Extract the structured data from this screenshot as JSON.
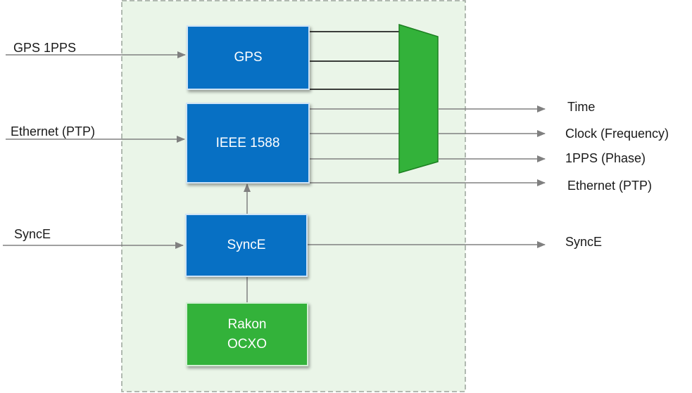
{
  "colors": {
    "container_fill": "#eaf5e8",
    "container_border": "#9aa39a",
    "block_blue": "#0770c4",
    "block_green": "#33b23a",
    "mux_green": "#33b23a",
    "arrow_gray": "#808080",
    "line_black": "#000000"
  },
  "inputs": {
    "gps_1pps": "GPS 1PPS",
    "ethernet_ptp": "Ethernet (PTP)",
    "synce": "SyncE"
  },
  "blocks": {
    "gps": "GPS",
    "ieee1588": "IEEE 1588",
    "synce": "SyncE",
    "ocxo": "Rakon\nOCXO"
  },
  "outputs": {
    "time": "Time",
    "clock": "Clock (Frequency)",
    "pps": "1PPS (Phase)",
    "ethernet": "Ethernet (PTP)",
    "synce": "SyncE"
  }
}
